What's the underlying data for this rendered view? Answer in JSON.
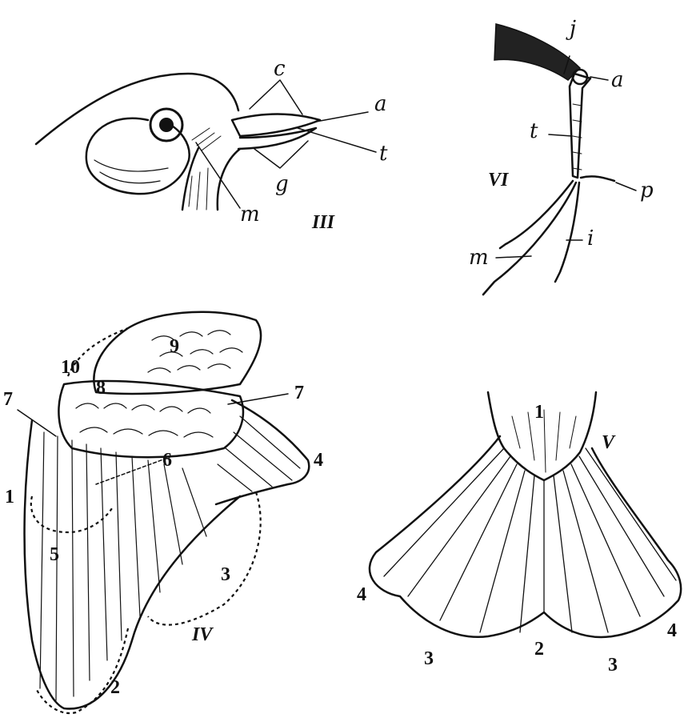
{
  "figures": {
    "head": {
      "numeral": "III",
      "labels": {
        "c": "c",
        "a": "a",
        "t": "t",
        "g": "g",
        "m": "m"
      }
    },
    "foot": {
      "numeral": "VI",
      "labels": {
        "j": "j",
        "a": "a",
        "t": "t",
        "p": "p",
        "m": "m",
        "i": "i"
      }
    },
    "wing": {
      "numeral": "IV",
      "labels": {
        "n10": "10",
        "n9": "9",
        "n8": "8",
        "n7a": "7",
        "n7b": "7",
        "n6": "6",
        "n1": "1",
        "n5": "5",
        "n4": "4",
        "n3": "3",
        "n2": "2"
      }
    },
    "tail": {
      "numeral": "V",
      "labels": {
        "n1": "1",
        "n4a": "4",
        "n4b": "4",
        "n3a": "3",
        "n2": "2",
        "n3b": "3"
      }
    }
  }
}
